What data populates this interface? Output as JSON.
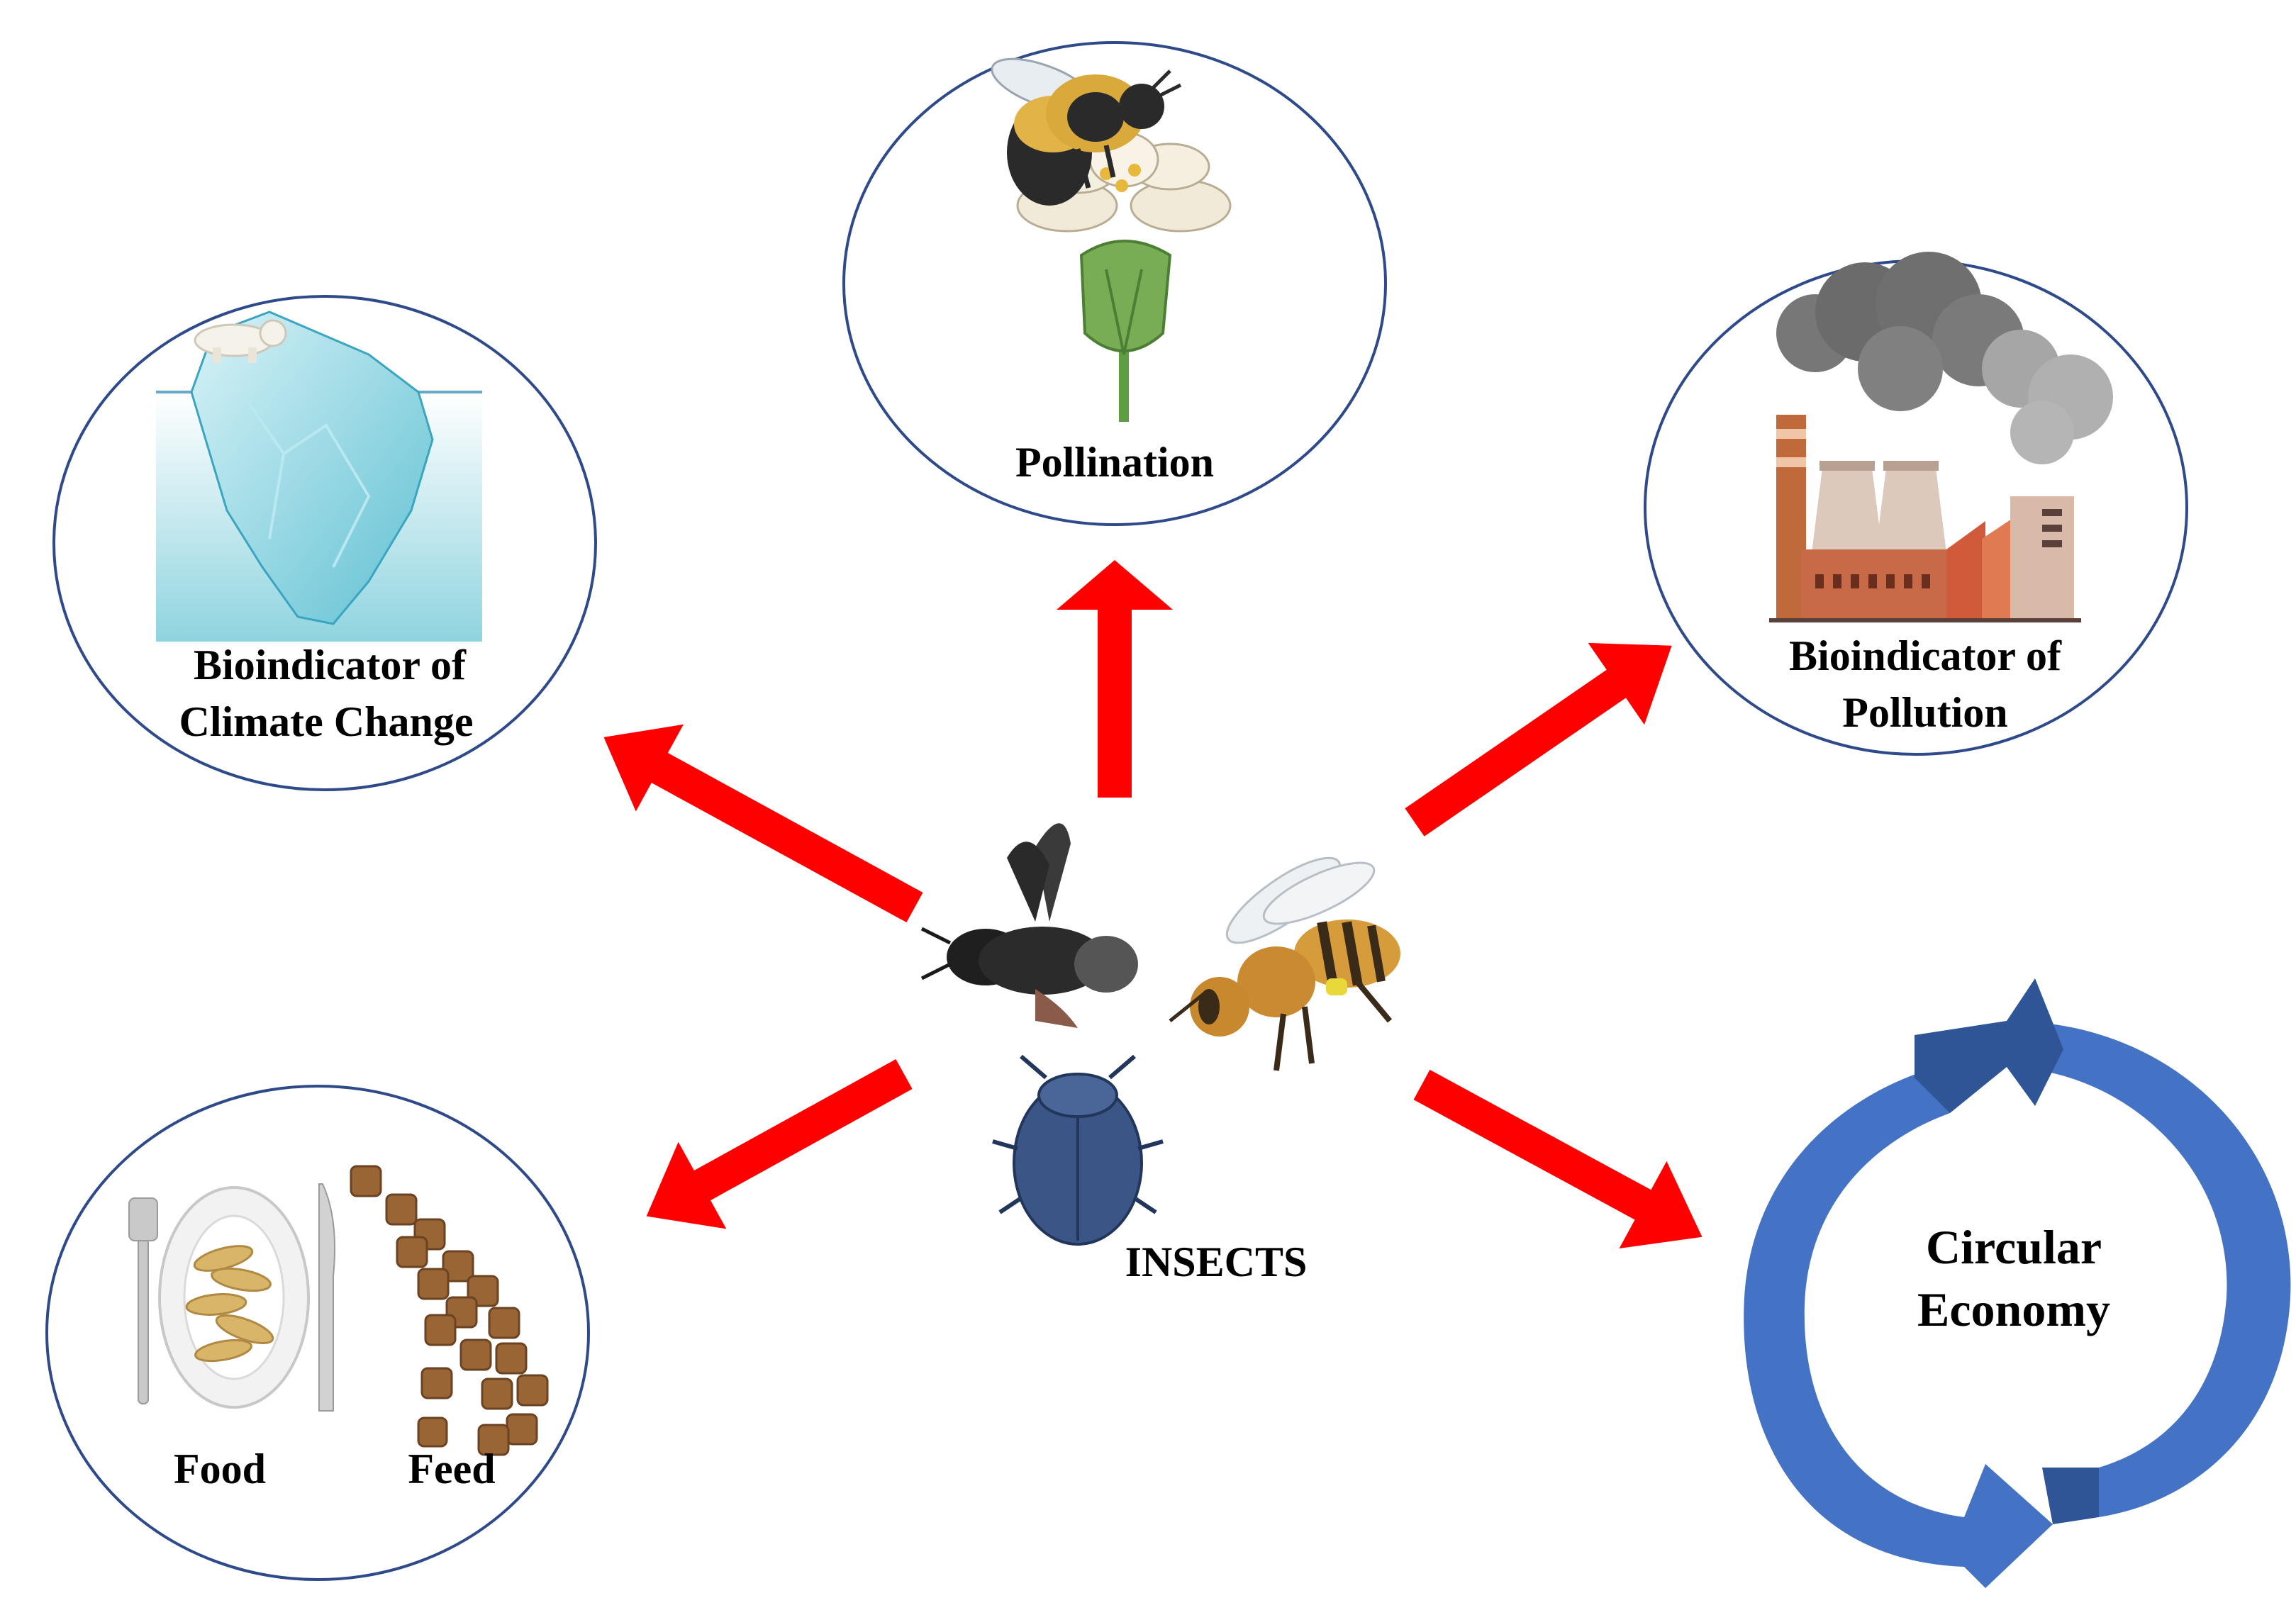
{
  "center": {
    "label": "INSECTS"
  },
  "nodes": {
    "pollination": {
      "label": "Pollination"
    },
    "climate": {
      "line1": "Bioindicator of",
      "line2": "Climate Change"
    },
    "pollution": {
      "line1": "Bioindicator of",
      "line2": "Pollution"
    },
    "food_feed": {
      "food": "Food",
      "feed": "Feed"
    },
    "circular": {
      "line1": "Circular",
      "line2": "Economy"
    }
  },
  "colors": {
    "arrow": "#ff0000",
    "circle_stroke": "#2e4a8a",
    "cycle_light": "#4472c4",
    "cycle_dark": "#2f5597"
  }
}
